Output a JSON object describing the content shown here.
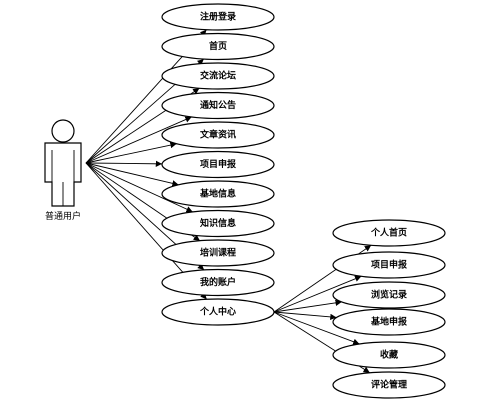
{
  "actor": {
    "label": "普通用户"
  },
  "use_cases": [
    "注册登录",
    "首页",
    "交流论坛",
    "通知公告",
    "文章资讯",
    "项目申报",
    "基地信息",
    "知识信息",
    "培训课程",
    "我的账户",
    "个人中心"
  ],
  "personal_center_children": [
    "个人首页",
    "项目申报",
    "浏览记录",
    "基地申报",
    "收藏",
    "评论管理"
  ]
}
